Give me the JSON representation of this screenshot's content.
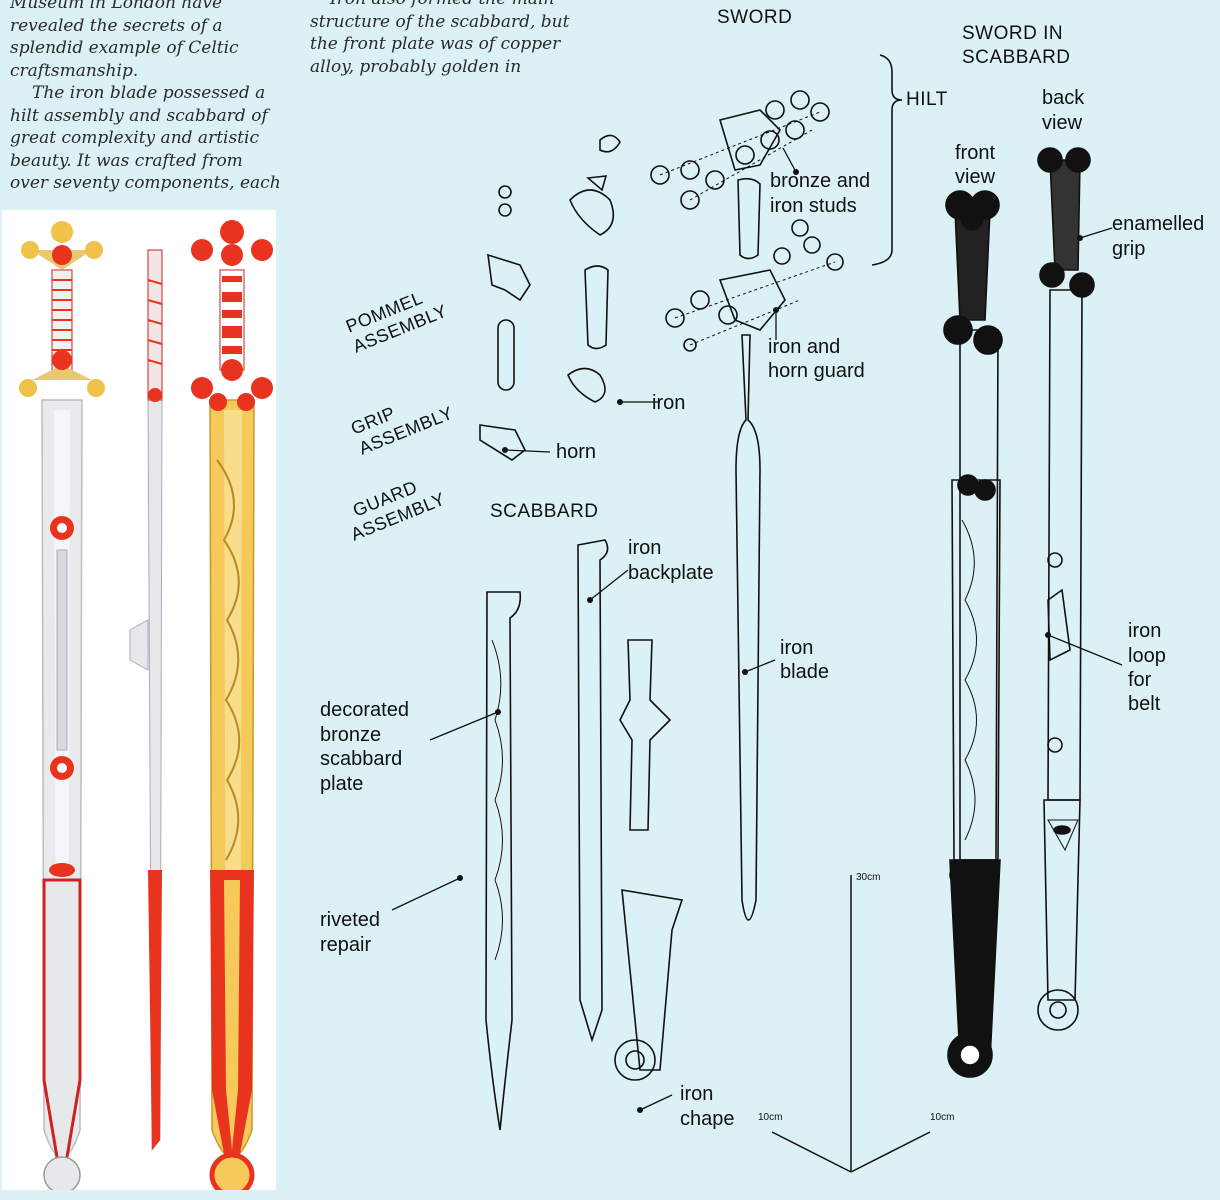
{
  "intro_left": [
    "Museum in London have",
    "revealed the secrets of a",
    "splendid example of Celtic",
    "craftsmanship.",
    "The iron blade possessed a",
    "hilt assembly and scabbard of",
    "great complexity and artistic",
    "beauty. It was crafted from",
    "over seventy components, each"
  ],
  "intro_right": [
    "Iron also formed the main",
    "structure of the scabbard, but",
    "the front plate was of copper",
    "alloy, probably golden in"
  ],
  "headings": {
    "sword": "SWORD",
    "sword_in_scabbard_1": "SWORD IN",
    "sword_in_scabbard_2": "SCABBARD",
    "hilt": "HILT",
    "scabbard": "SCABBARD",
    "pommel_1": "POMMEL",
    "pommel_2": "ASSEMBLY",
    "grip_1": "GRIP",
    "grip_2": "ASSEMBLY",
    "guard_1": "GUARD",
    "guard_2": "ASSEMBLY"
  },
  "labels": {
    "back_view_1": "back",
    "back_view_2": "view",
    "front_view_1": "front",
    "front_view_2": "view",
    "studs_1": "bronze and",
    "studs_2": "iron studs",
    "enamelled_1": "enamelled",
    "enamelled_2": "grip",
    "guard_1": "iron and",
    "guard_2": "horn guard",
    "iron": "iron",
    "horn": "horn",
    "backplate_1": "iron",
    "backplate_2": "backplate",
    "blade_1": "iron",
    "blade_2": "blade",
    "loop_1": "iron",
    "loop_2": "loop",
    "loop_3": "for",
    "loop_4": "belt",
    "decorated_1": "decorated",
    "decorated_2": "bronze",
    "decorated_3": "scabbard",
    "decorated_4": "plate",
    "riveted_1": "riveted",
    "riveted_2": "repair",
    "chape_1": "iron",
    "chape_2": "chape"
  },
  "scale": {
    "v": "30cm",
    "left": "10cm",
    "right": "10cm"
  },
  "colors": {
    "background": "#dcf1f6",
    "enamel_red": "#e8341f",
    "gold": "#f0c24a",
    "silver": "#e6e8ea"
  }
}
